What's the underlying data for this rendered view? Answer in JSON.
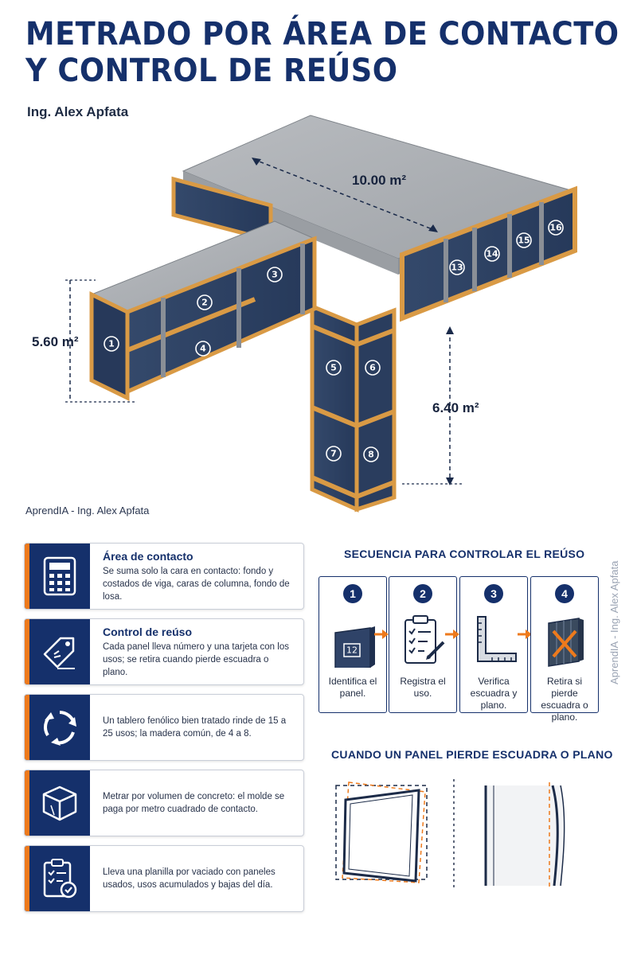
{
  "header": {
    "title_line1": "METRADO POR ÁREA DE CONTACTO",
    "title_line2": "Y CONTROL DE REÚSO",
    "author": "Ing. Alex Apfata"
  },
  "diagram": {
    "slab_area": "10.00 m²",
    "beam_area": "5.60 m²",
    "column_area": "6.40 m²",
    "panel_numbers": [
      "1",
      "2",
      "3",
      "4",
      "5",
      "6",
      "7",
      "8",
      "13",
      "14",
      "15",
      "16"
    ],
    "credit": "AprendIA - Ing. Alex Apfata"
  },
  "side_credit": "AprendIA - Ing. Alex Apfata",
  "cards": [
    {
      "icon": "calculator-icon",
      "title": "Área de contacto",
      "body": "Se suma solo la cara en contacto: fondo y costados de viga, caras de columna, fondo de losa."
    },
    {
      "icon": "tag-icon",
      "title": "Control de reúso",
      "body": "Cada panel lleva número y una tarjeta con los usos; se retira cuando pierde escuadra o plano."
    },
    {
      "icon": "recycle-icon",
      "title": "",
      "body": "Un tablero fenólico bien tratado rinde de 15 a 25 usos; la madera común, de 4 a 8."
    },
    {
      "icon": "box-icon",
      "title": "",
      "body": "Metrar por volumen de concreto: el molde se paga por metro cuadrado de contacto."
    },
    {
      "icon": "checklist-icon",
      "title": "",
      "body": "Lleva una planilla por vaciado con paneles usados, usos acumulados y bajas del día."
    }
  ],
  "sequence": {
    "title": "SECUENCIA PARA CONTROLAR EL REÚSO",
    "steps": [
      {
        "number": "1",
        "label": "Identifica el panel.",
        "panel_tag": "12",
        "icon": "panel-icon"
      },
      {
        "number": "2",
        "label": "Registra el uso.",
        "icon": "clipboard-icon"
      },
      {
        "number": "3",
        "label": "Verifica escuadra y plano.",
        "icon": "square-ruler-icon"
      },
      {
        "number": "4",
        "label": "Retira si pierde escuadra o plano.",
        "icon": "rejected-panel-icon"
      }
    ]
  },
  "distortion": {
    "title": "CUANDO UN PANEL PIERDE ESCUADRA O PLANO"
  },
  "colors": {
    "navy": "#15306b",
    "orange": "#ee7a1c",
    "panel_blue": "#2d4060",
    "timber": "#d99a45",
    "concrete": "#a9adb2"
  }
}
